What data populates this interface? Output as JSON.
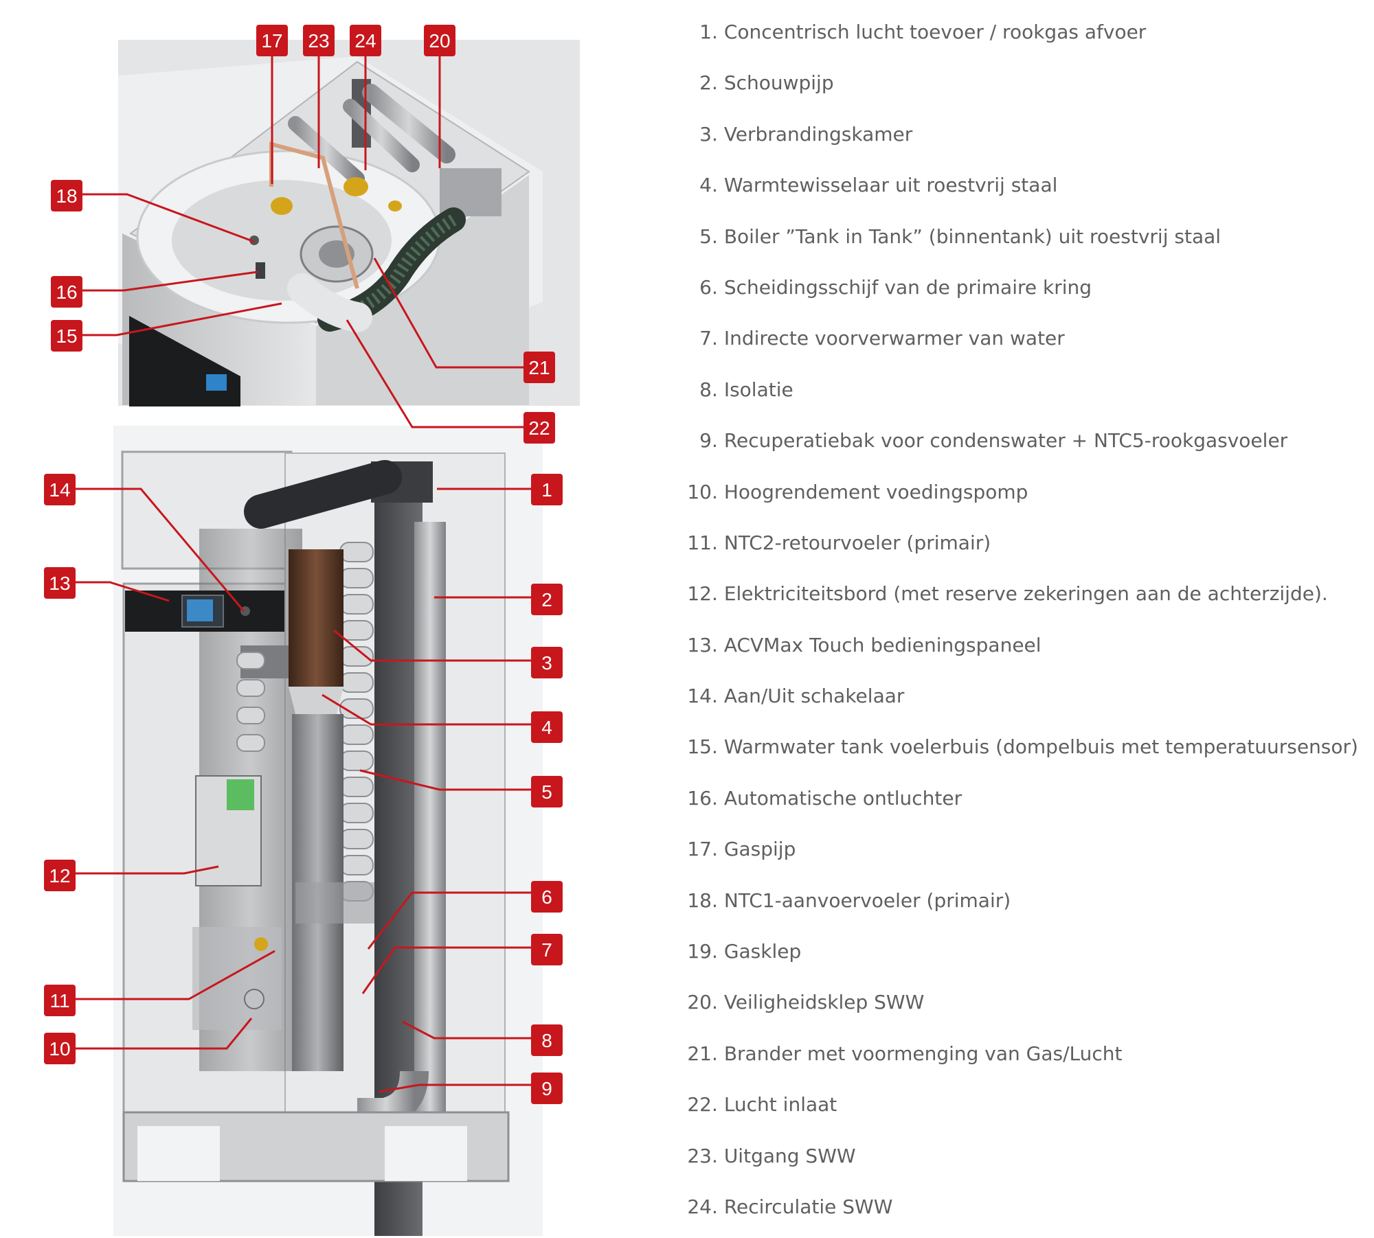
{
  "callouts": [
    {
      "n": "1",
      "text": "Concentrisch lucht toevoer / rookgas afvoer"
    },
    {
      "n": "2",
      "text": "Schouwpijp"
    },
    {
      "n": "3",
      "text": "Verbrandingskamer"
    },
    {
      "n": "4",
      "text": "Warmtewisselaar uit roestvrij staal"
    },
    {
      "n": "5",
      "text": "Boiler ”Tank in Tank” (binnentank) uit roestvrij staal"
    },
    {
      "n": "6",
      "text": "Scheidingsschijf van de primaire kring"
    },
    {
      "n": "7",
      "text": "Indirecte voorverwarmer van water"
    },
    {
      "n": "8",
      "text": "Isolatie"
    },
    {
      "n": "9",
      "text": "Recuperatiebak voor condenswater + NTC5-rookgasvoeler"
    },
    {
      "n": "10",
      "text": "Hoogrendement voedingspomp"
    },
    {
      "n": "11",
      "text": "NTC2-retourvoeler (primair)"
    },
    {
      "n": "12",
      "text": "Elektriciteitsbord (met reserve zekeringen aan de achterzijde)."
    },
    {
      "n": "13",
      "text": "ACVMax Touch bedieningspaneel"
    },
    {
      "n": "14",
      "text": "Aan/Uit schakelaar"
    },
    {
      "n": "15",
      "text": "Warmwater tank voelerbuis (dompelbuis met temperatuursensor)"
    },
    {
      "n": "16",
      "text": "Automatische ontluchter"
    },
    {
      "n": "17",
      "text": "Gaspijp"
    },
    {
      "n": "18",
      "text": "NTC1-aanvoervoeler (primair)"
    },
    {
      "n": "19",
      "text": "Gasklep"
    },
    {
      "n": "20",
      "text": "Veiligheidsklep SWW"
    },
    {
      "n": "21",
      "text": "Brander met voormenging van Gas/Lucht"
    },
    {
      "n": "22",
      "text": "Lucht inlaat"
    },
    {
      "n": "23",
      "text": "Uitgang SWW"
    },
    {
      "n": "24",
      "text": "Recirculatie SWW"
    }
  ],
  "colors": {
    "badge": "#c8161d",
    "leader": "#c8161d",
    "legend_text": "#5f5f5f"
  }
}
